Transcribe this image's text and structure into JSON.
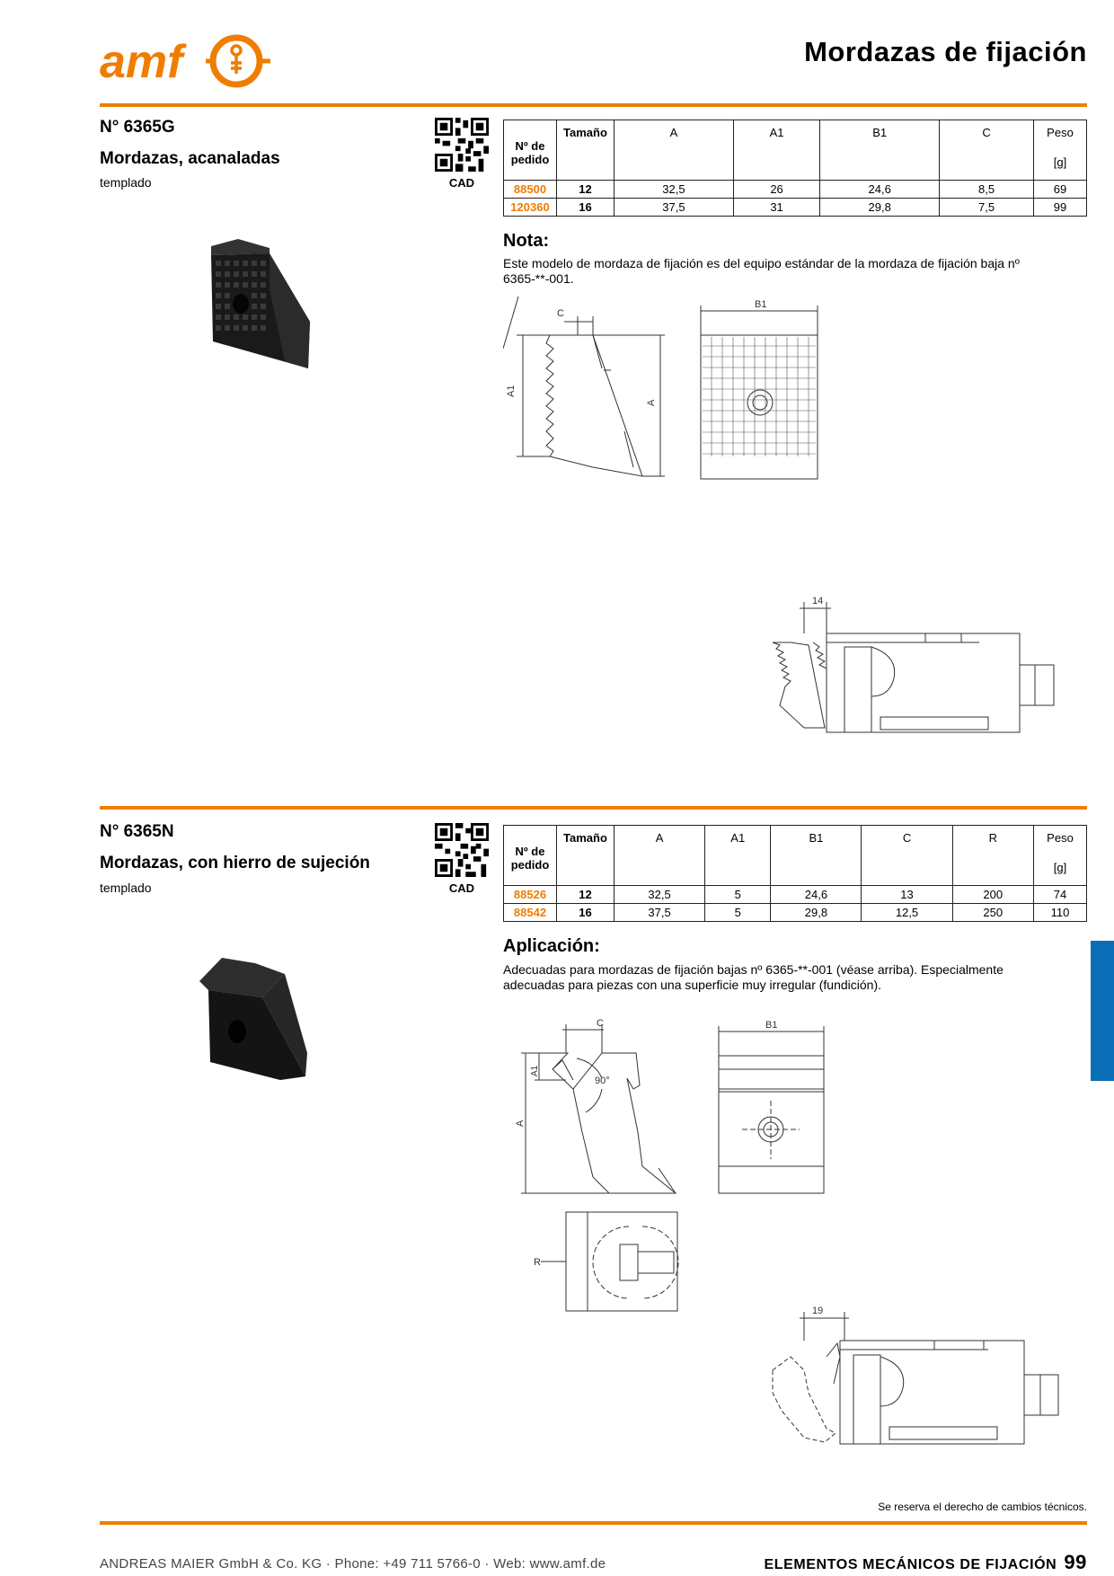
{
  "header": {
    "logo_text": "amf",
    "title": "Mordazas de fijación"
  },
  "sections": [
    {
      "number": "N° 6365G",
      "name": "Mordazas, acanaladas",
      "subtitle": "templado",
      "qr_label": "CAD",
      "table": {
        "headers": [
          "Nº de pedido",
          "Tamaño",
          "A",
          "A1",
          "B1",
          "C",
          "Peso"
        ],
        "unit": "[g]",
        "rows": [
          [
            "88500",
            "12",
            "32,5",
            "26",
            "24,6",
            "8,5",
            "69"
          ],
          [
            "120360",
            "16",
            "37,5",
            "31",
            "29,8",
            "7,5",
            "99"
          ]
        ]
      },
      "note_heading": "Nota:",
      "note_text": "Este modelo de mordaza de fijación es del equipo estándar de la mordaza de fijación baja nº 6365-**-001.",
      "drawing_labels": {
        "c": "C",
        "b1": "B1",
        "a1": "A1",
        "a": "A",
        "dim": "14"
      }
    },
    {
      "number": "N° 6365N",
      "name": "Mordazas, con hierro de sujeción",
      "subtitle": "templado",
      "qr_label": "CAD",
      "table": {
        "headers": [
          "Nº de pedido",
          "Tamaño",
          "A",
          "A1",
          "B1",
          "C",
          "R",
          "Peso"
        ],
        "unit": "[g]",
        "rows": [
          [
            "88526",
            "12",
            "32,5",
            "5",
            "24,6",
            "13",
            "200",
            "74"
          ],
          [
            "88542",
            "16",
            "37,5",
            "5",
            "29,8",
            "12,5",
            "250",
            "110"
          ]
        ]
      },
      "note_heading": "Aplicación:",
      "note_text": "Adecuadas para mordazas de fijación bajas nº 6365-**-001 (véase arriba). Especialmente adecuadas para piezas con una superficie muy irregular (fundición).",
      "drawing_labels": {
        "c": "C",
        "b1": "B1",
        "a1": "A1",
        "a": "A",
        "angle": "90°",
        "r": "R",
        "dim": "19"
      }
    }
  ],
  "footer": {
    "note": "Se reserva el derecho de cambios técnicos.",
    "company": "ANDREAS MAIER GmbH & Co. KG · Phone: +49 711 5766-0 · Web: www.amf.de",
    "section_title": "ELEMENTOS MECÁNICOS DE FIJACIÓN",
    "page": "99"
  },
  "colors": {
    "accent": "#ef7d00",
    "tab_blue": "#0a6eb6"
  }
}
